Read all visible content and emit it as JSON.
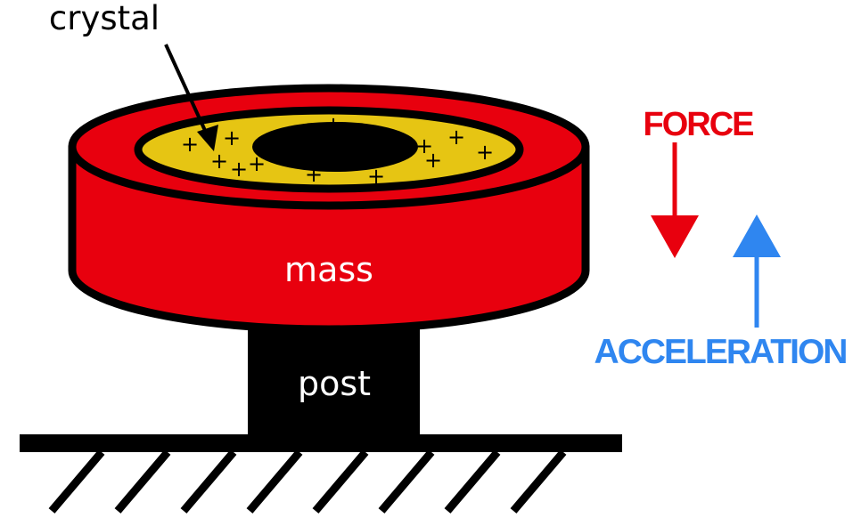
{
  "labels": {
    "crystal": "crystal",
    "mass": "mass",
    "post": "post",
    "force": "FORCE",
    "acceleration": "ACCELERATION"
  },
  "colors": {
    "mass": "#e8000e",
    "crystal": "#e6c513",
    "outline": "#000000",
    "force": "#e8000e",
    "acceleration": "#2f86f0",
    "label_on_dark": "#ffffff"
  },
  "charge_symbol": "+"
}
